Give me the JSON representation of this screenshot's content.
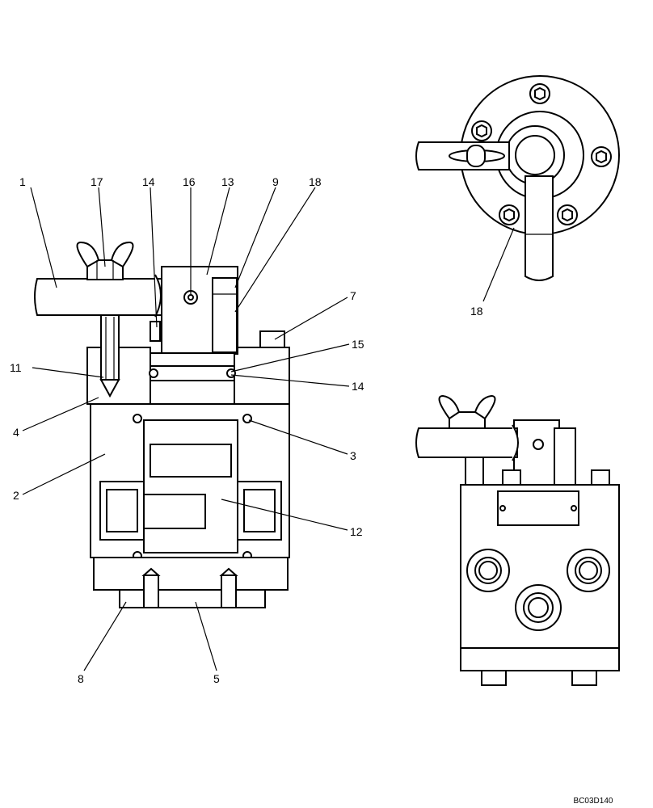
{
  "callouts": [
    {
      "id": "c1",
      "label": "1"
    },
    {
      "id": "c17",
      "label": "17"
    },
    {
      "id": "c14a",
      "label": "14"
    },
    {
      "id": "c16",
      "label": "16"
    },
    {
      "id": "c13",
      "label": "13"
    },
    {
      "id": "c9",
      "label": "9"
    },
    {
      "id": "c18a",
      "label": "18"
    },
    {
      "id": "c7",
      "label": "7"
    },
    {
      "id": "c15",
      "label": "15"
    },
    {
      "id": "c11",
      "label": "11"
    },
    {
      "id": "c14b",
      "label": "14"
    },
    {
      "id": "c4",
      "label": "4"
    },
    {
      "id": "c3",
      "label": "3"
    },
    {
      "id": "c2",
      "label": "2"
    },
    {
      "id": "c12",
      "label": "12"
    },
    {
      "id": "c8",
      "label": "8"
    },
    {
      "id": "c5",
      "label": "5"
    },
    {
      "id": "c18b",
      "label": "18"
    }
  ],
  "drawing_ref": "BC03D140"
}
